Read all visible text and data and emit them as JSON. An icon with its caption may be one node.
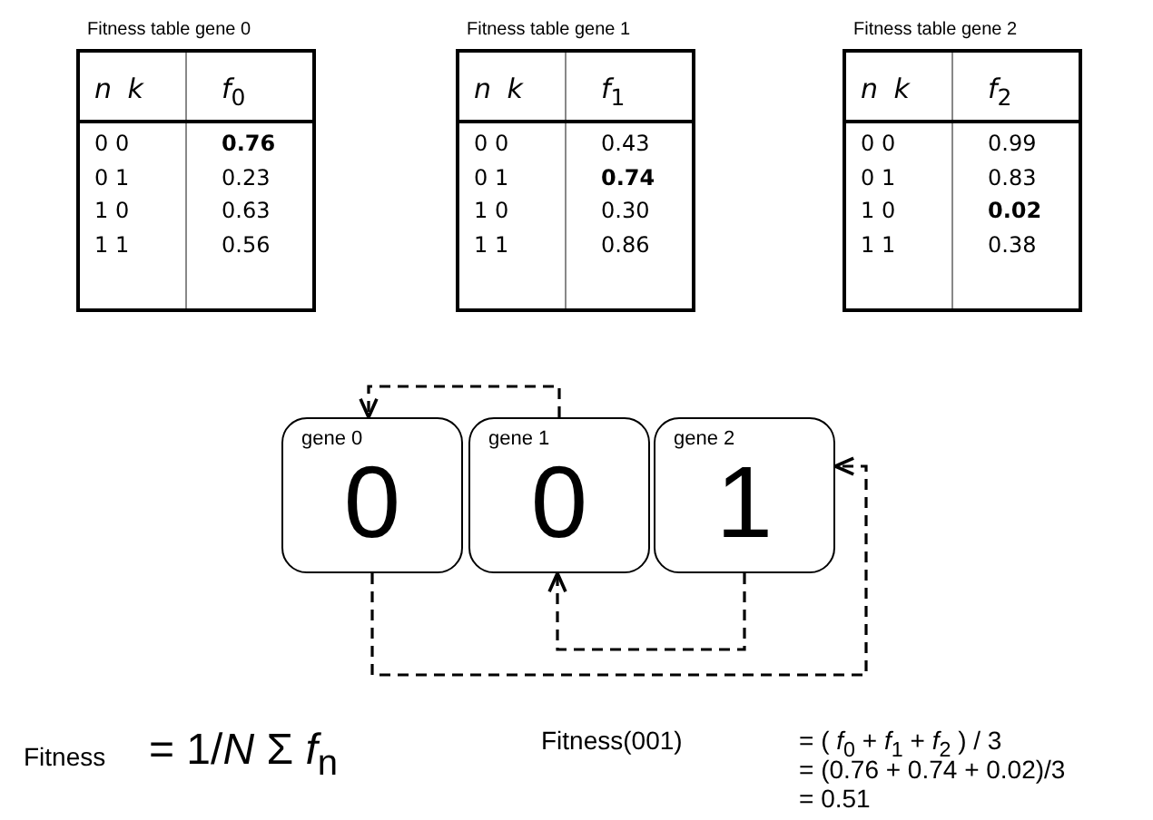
{
  "diagram": {
    "nodes": [
      {
        "text": [
          "gene 0",
          "0"
        ]
      },
      {
        "text": [
          "gene 1",
          "0"
        ]
      },
      {
        "text": [
          "gene 2",
          "1"
        ]
      }
    ],
    "edges": [
      {
        "from": 1,
        "to": 0,
        "arrow": "to",
        "style": "dashed"
      },
      {
        "from": 0,
        "to": 2,
        "arrow": "to",
        "style": "dashed"
      },
      {
        "from": 2,
        "to": 1,
        "arrow": "to",
        "style": "dashed"
      }
    ],
    "labels": [
      "Fitness table gene 0",
      "n k",
      "*f*$_{0}$",
      "0 0",
      "0.76",
      "0 1",
      "0.23",
      "1 0",
      "0.63",
      "1 1",
      "0.56",
      "Fitness table gene 1",
      "n k",
      "*f*$_{1}$",
      "0 0",
      "0.43",
      "0 1",
      "0.74",
      "1 0",
      "0.30",
      "1 1",
      "0.86",
      "Fitness table gene 2",
      "n k",
      "*f*$_{2}$",
      "0 0",
      "0.99",
      "0 1",
      "0.83",
      "1 0",
      "0.02",
      "1 1",
      "0.38",
      "Fitness",
      "= 1/*N* Σ *f*$_{n}$",
      "Fitness(001)",
      "= ( *f*$_{0}$ + *f*$_{1}$ + *f*$_{2}$ ) / 3",
      "= (0.76 + 0.74 + 0.02)/3",
      "= 0.51"
    ]
  }
}
